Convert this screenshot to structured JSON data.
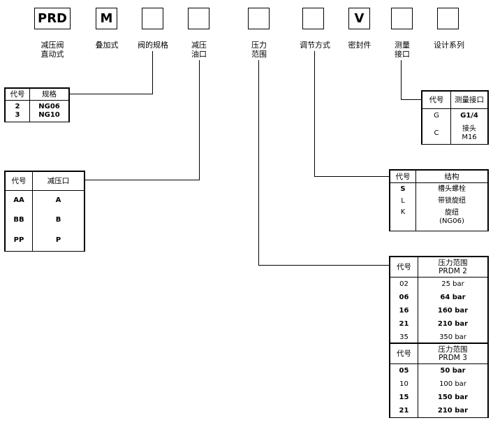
{
  "boxes": [
    {
      "text": "PRD",
      "label": "减压阀\n直动式"
    },
    {
      "text": "M",
      "label": "叠加式"
    },
    {
      "text": "",
      "label": "阀的规格"
    },
    {
      "text": "",
      "label": "减压\n油口"
    },
    {
      "text": "",
      "label": "压力\n范围"
    },
    {
      "text": "",
      "label": "调节方式"
    },
    {
      "text": "V",
      "label": "密封件"
    },
    {
      "text": "",
      "label": "测量\n接口"
    },
    {
      "text": "",
      "label": "设计系列"
    }
  ],
  "size_table": {
    "headers": [
      "代号",
      "规格"
    ],
    "rows": [
      [
        "2",
        "NG06"
      ],
      [
        "3",
        "NG10"
      ]
    ]
  },
  "port_table": {
    "headers": [
      "代号",
      "减压口"
    ],
    "rows": [
      [
        "AA",
        "A"
      ],
      [
        "BB",
        "B"
      ],
      [
        "PP",
        "P"
      ]
    ]
  },
  "measure_table": {
    "headers": [
      "代号",
      "测量接口"
    ],
    "rows": [
      [
        "G",
        "G1/4"
      ],
      [
        "C",
        "接头\nM16"
      ]
    ]
  },
  "adjust_table": {
    "headers": [
      "代号",
      "结构"
    ],
    "rows": [
      [
        "S",
        "槽头螺栓"
      ],
      [
        "L",
        "带锁旋纽"
      ],
      [
        "K",
        "旋纽\n(NG06)"
      ]
    ]
  },
  "pressure_table_1": {
    "headers": [
      "代号",
      "压力范围\nPRDM 2"
    ],
    "rows": [
      [
        "02",
        "25 bar"
      ],
      [
        "06",
        "64 bar"
      ],
      [
        "16",
        "160 bar"
      ],
      [
        "21",
        "210 bar"
      ],
      [
        "35",
        "350 bar"
      ]
    ]
  },
  "pressure_table_2": {
    "headers": [
      "代号",
      "压力范围\nPRDM 3"
    ],
    "rows": [
      [
        "05",
        "50 bar"
      ],
      [
        "10",
        "100 bar"
      ],
      [
        "15",
        "150 bar"
      ],
      [
        "21",
        "210 bar"
      ]
    ]
  }
}
